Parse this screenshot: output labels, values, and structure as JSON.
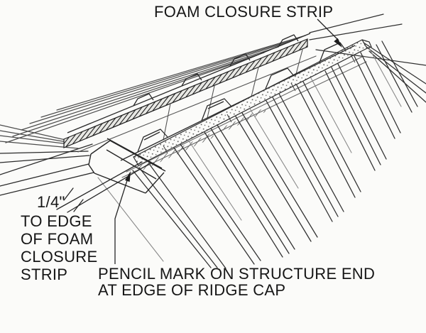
{
  "canvas": {
    "background": "#fbfbf9",
    "ink": "#2a2a2a"
  },
  "labels": {
    "foam_closure_strip": "FOAM CLOSURE STRIP",
    "dimension": "1/4\"",
    "dimension_note_lines": [
      "TO EDGE",
      "OF FOAM",
      "CLOSURE",
      "STRIP"
    ],
    "pencil_mark_lines": [
      "PENCIL MARK ON STRUCTURE END",
      "AT EDGE OF RIDGE CAP"
    ]
  }
}
